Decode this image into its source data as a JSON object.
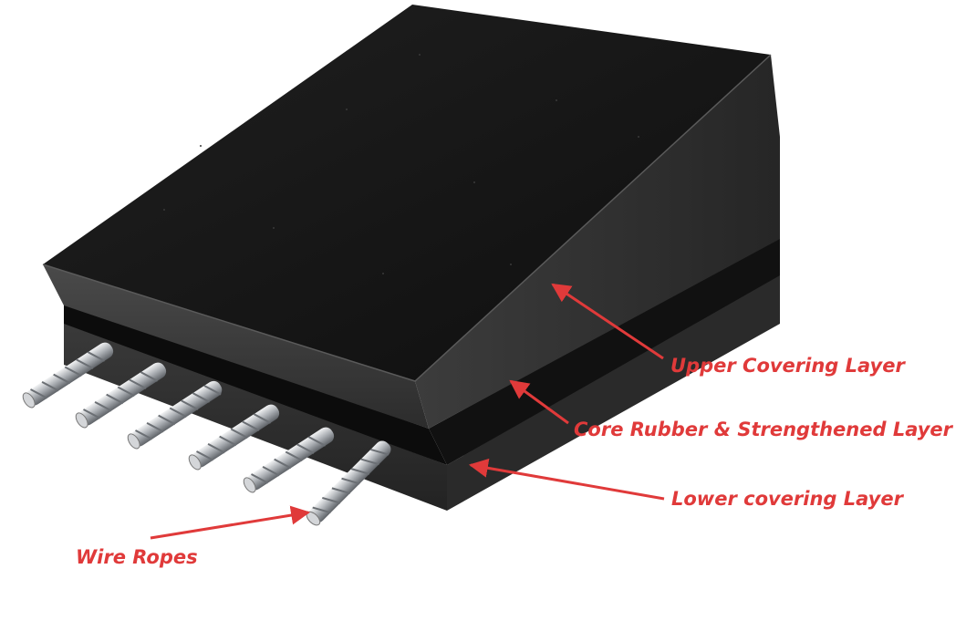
{
  "labels": {
    "upper": "Upper Covering Layer",
    "core": "Core Rubber & Strengthened Layer",
    "lower": "Lower covering Layer",
    "wire": "Wire Ropes"
  },
  "colors": {
    "label_red": "#e03a3a",
    "arrow_red": "#e03a3a",
    "rubber_top": "#141414",
    "rubber_side": "#3a3a3a",
    "core_dark": "#0c0c0c",
    "wire_steel": "#c9ccd0"
  },
  "wire_rope_count": 6
}
